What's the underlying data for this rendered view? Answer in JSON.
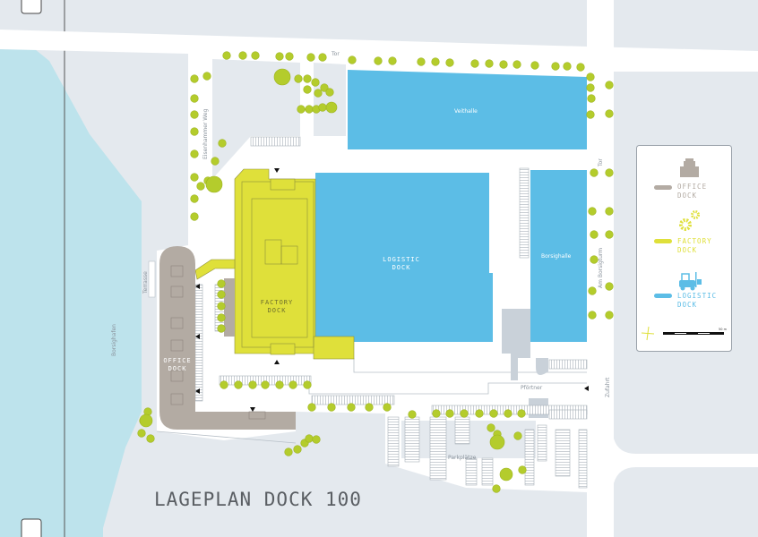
{
  "title": "LAGEPLAN DOCK 100",
  "colors": {
    "office": "#b3aba3",
    "factory": "#dfe03a",
    "logistic": "#5cbde6",
    "water": "#bde3ec",
    "tree": "#b4cc2c",
    "ground": "#e4e9ee"
  },
  "buildings": {
    "logistic_dock": [
      "LOGISTIC",
      "DOCK"
    ],
    "factory_dock": [
      "FACTORY",
      "DOCK"
    ],
    "office_dock": [
      "OFFICE",
      "DOCK"
    ],
    "veithalle": "Veithalle",
    "borsighalle": "Borsighalle"
  },
  "places": {
    "tor_top": "Tor",
    "tor_right": "Tor",
    "eisenhammer_weg": "Eisenhammer Weg",
    "am_borsigturm": "Am Borsigturm",
    "terrasse": "Terrasse",
    "borsighafen": "Borsighafen",
    "pfoertner": "Pförtner",
    "zufahrt": "Zufahrt",
    "parkplaetze": "Parkplätze"
  },
  "legend": {
    "items": [
      {
        "line1": "OFFICE",
        "line2": "DOCK",
        "icon": "office-building-icon",
        "color": "#b3aba3"
      },
      {
        "line1": "FACTORY",
        "line2": "DOCK",
        "icon": "gears-icon",
        "color": "#dfe03a"
      },
      {
        "line1": "LOGISTIC",
        "line2": "DOCK",
        "icon": "forklift-icon",
        "color": "#5cbde6"
      }
    ],
    "scale_label": "50 m"
  }
}
